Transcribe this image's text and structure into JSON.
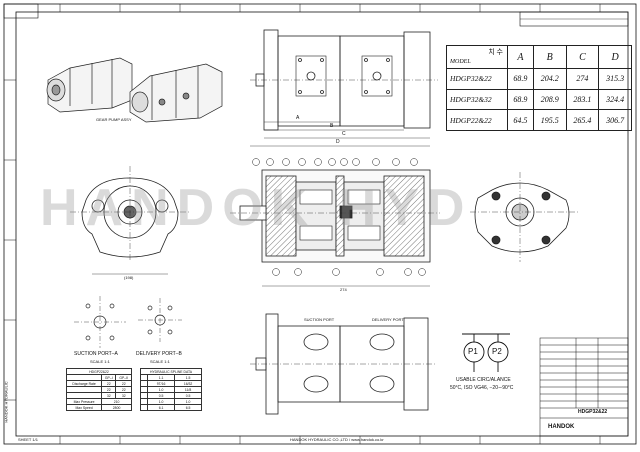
{
  "watermark": "HANDOK HYD",
  "left_vertical_title": "HANDOK HYDRAULIC",
  "page_note": "SHEET 1/1",
  "views": {
    "isometric_note": "GEAR PUMP ASSY",
    "suction_port_label": "SUCTION PORT–A",
    "suction_scale": "SCALE 1:1",
    "delivery_port_label": "DELIVERY PORT–B",
    "delivery_scale": "SCALE 1:1",
    "suction_port_callout": "SUCTION PORT",
    "delivery_port_callout": "DELIVERY PORT",
    "side_dim_1": "(198)",
    "front_dim_1": "274",
    "top_dims": [
      "A",
      "B",
      "C",
      "D"
    ]
  },
  "symbol": {
    "p1": "P1",
    "p2": "P2",
    "circ_label": "USABLE CIRC/ALANCE",
    "circ_sub": "50°C, ISO VG46, −20∼90°C"
  },
  "dimension_table": {
    "corner_top": "치 수",
    "corner_bottom": "MODEL",
    "columns": [
      "A",
      "B",
      "C",
      "D"
    ],
    "rows": [
      {
        "model": "HDGP32&22",
        "values": [
          "68.9",
          "204.2",
          "274",
          "315.3"
        ]
      },
      {
        "model": "HDGP32&32",
        "values": [
          "68.9",
          "208.9",
          "283.1",
          "324.4"
        ]
      },
      {
        "model": "HDGP22&22",
        "values": [
          "64.5",
          "195.5",
          "265.4",
          "306.7"
        ]
      }
    ]
  },
  "spec_table_1": {
    "title": "HDGP22&22",
    "rows": [
      [
        "",
        "GP–I",
        "GP–II"
      ],
      [
        "Discharge Rate",
        "22",
        "22"
      ],
      [
        "",
        "22",
        "22"
      ],
      [
        "",
        "32",
        "32"
      ],
      [
        "Max Pressure",
        "210",
        ""
      ],
      [
        "Max Speed",
        "2800",
        ""
      ]
    ]
  },
  "spec_table_2": {
    "title": "HYDRAULIC SPLINE DATA",
    "rows": [
      [
        "",
        "1.1",
        "1.5"
      ],
      [
        "",
        "9T/16",
        "16/32"
      ],
      [
        "",
        "1.0",
        "11/8"
      ],
      [
        "",
        "0.5",
        "0.5"
      ],
      [
        "",
        "1.0",
        "1.0"
      ],
      [
        "",
        "6.1",
        "6.5"
      ]
    ]
  },
  "title_block": {
    "company": "HANDOK",
    "drawing_no": "HDGP32&22",
    "rows": [
      "",
      "",
      "",
      "",
      "",
      "",
      "",
      "",
      "",
      "",
      "",
      "",
      "",
      ""
    ]
  },
  "bottom_note": "HANDOK HYDRAULIC CO.,LTD / www.handok.co.kr"
}
